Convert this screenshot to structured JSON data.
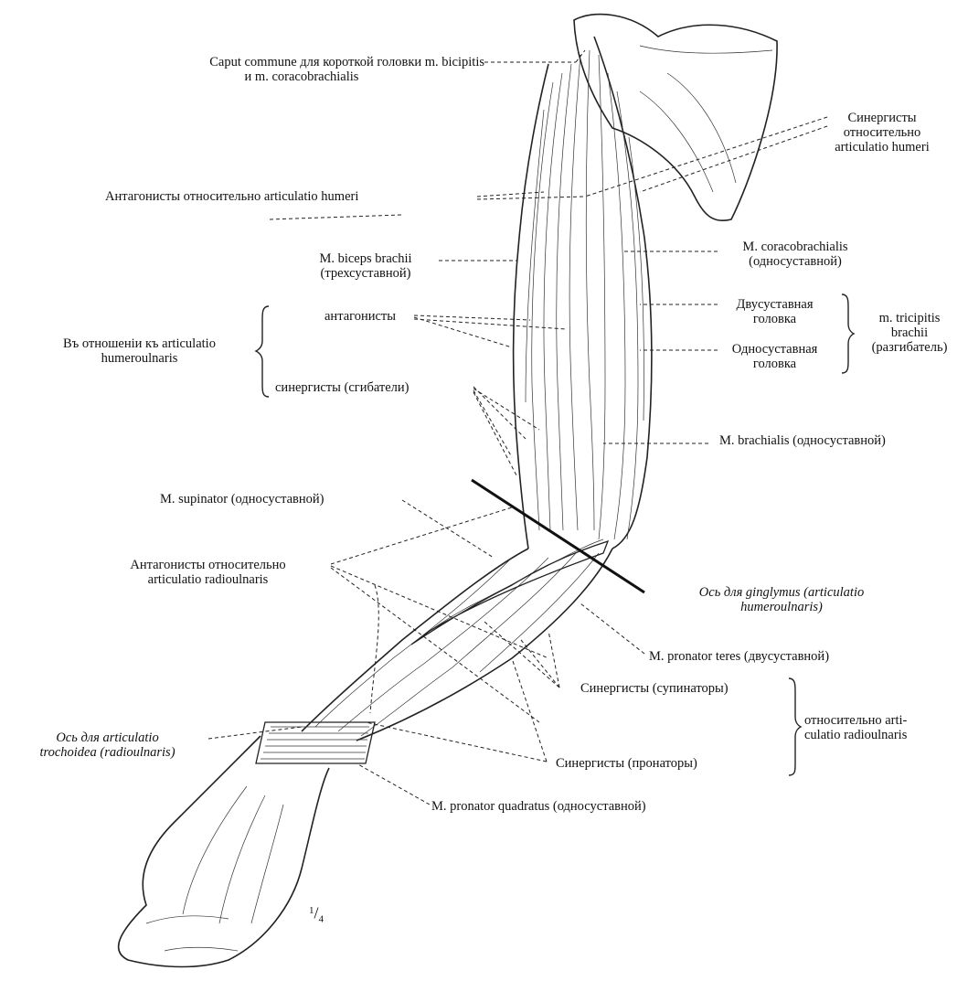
{
  "labels": {
    "caput_commune_1": "Caput commune для короткой головки m. bicipitis",
    "caput_commune_2": "и m. coracobrachialis",
    "synergists_humeri_1": "Синергисты",
    "synergists_humeri_2": "относительно",
    "synergists_humeri_3": "articulatio humeri",
    "antagonists_humeri": "Антагонисты относительно articulatio humeri",
    "biceps_1": "M. biceps brachii",
    "biceps_2": "(трехсуставной)",
    "coracobrachialis_1": "M. coracobrachialis",
    "coracobrachialis_2": "(односуставной)",
    "antagonists_small": "антагонисты",
    "humeroulnaris_1": "Въ отношенiи къ articulatio",
    "humeroulnaris_2": "humeroulnaris",
    "synergists_flexors": "синергисты (сгибатели)",
    "biarticular_1": "Двусуставная",
    "biarticular_2": "головка",
    "monoarticular_1": "Односуставная",
    "monoarticular_2": "головка",
    "triceps_1": "m. tricipitis",
    "triceps_2": "brachii",
    "triceps_3": "(разгибатель)",
    "brachialis": "M. brachialis (односуставной)",
    "supinator": "M. supinator (односуставной)",
    "antag_radioulnaris_1": "Антагонисты относительно",
    "antag_radioulnaris_2": "articulatio radioulnaris",
    "axis_ginglymus_1": "Ось для ginglymus (articulatio",
    "axis_ginglymus_2": "humeroulnaris)",
    "pronator_teres": "M. pronator teres (двусуставной)",
    "synergists_supinators": "Синергисты (супинаторы)",
    "relative_radioulnaris_1": "относительно arti-",
    "relative_radioulnaris_2": "culatio radioulnaris",
    "axis_trochoidea_1": "Ось для articulatio",
    "axis_trochoidea_2": "trochoidea (radioulnaris)",
    "synergists_pronators": "Синергисты (пронаторы)",
    "pronator_quadratus": "M. pronator quadratus (односуставной)",
    "scale_num": "1",
    "scale_den": "4"
  }
}
